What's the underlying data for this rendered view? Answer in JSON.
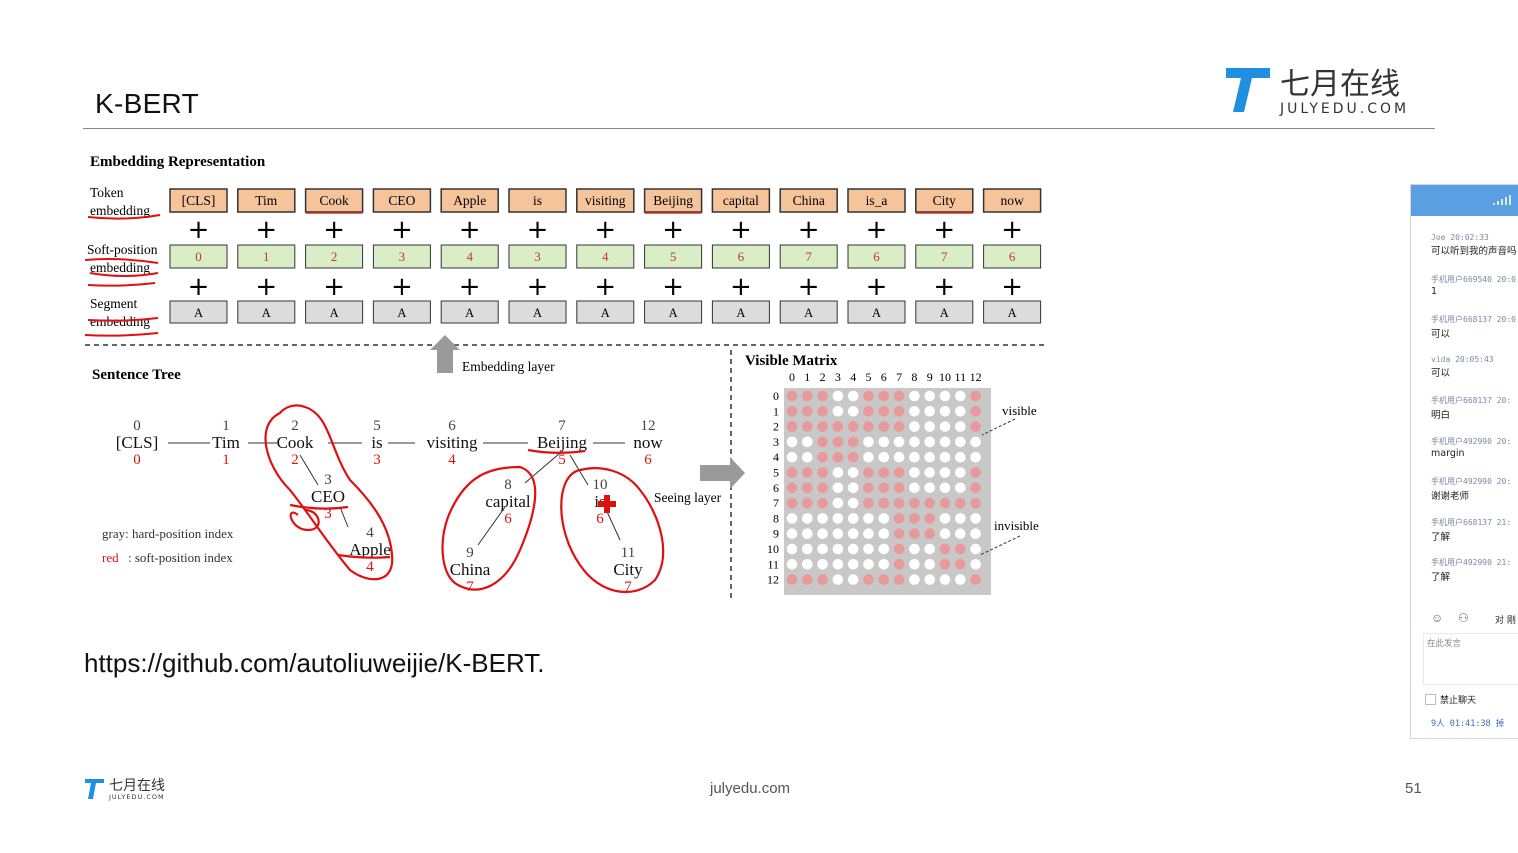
{
  "slide": {
    "title": "K-BERT",
    "url": "https://github.com/autoliuweijie/K-BERT.",
    "footer_site": "julyedu.com",
    "page_number": "51"
  },
  "logo": {
    "cn": "七月在线",
    "en": "JULYEDU.COM",
    "mark": "7",
    "color": "#1f8fe0"
  },
  "figure": {
    "embedding_title": "Embedding Representation",
    "row_labels": {
      "token": [
        "Token",
        "embedding"
      ],
      "soft": [
        "Soft-position",
        "embedding"
      ],
      "segment": [
        "Segment",
        "embedding"
      ]
    },
    "tokens": [
      "[CLS]",
      "Tim",
      "Cook",
      "CEO",
      "Apple",
      "is",
      "visiting",
      "Beijing",
      "capital",
      "China",
      "is_a",
      "City",
      "now"
    ],
    "soft_positions": [
      "0",
      "1",
      "2",
      "3",
      "4",
      "3",
      "4",
      "5",
      "6",
      "7",
      "6",
      "7",
      "6"
    ],
    "segments": [
      "A",
      "A",
      "A",
      "A",
      "A",
      "A",
      "A",
      "A",
      "A",
      "A",
      "A",
      "A",
      "A"
    ],
    "plus": "+",
    "embedding_layer": "Embedding layer",
    "seeing_layer": "Seeing layer",
    "tree_title": "Sentence Tree",
    "matrix_title": "Visible Matrix",
    "matrix_col_labels": [
      "0",
      "1",
      "2",
      "3",
      "4",
      "5",
      "6",
      "7",
      "8",
      "9",
      "10",
      "11",
      "12"
    ],
    "matrix_row_labels": [
      "0",
      "1",
      "2",
      "3",
      "4",
      "5",
      "6",
      "7",
      "8",
      "9",
      "10",
      "11",
      "12"
    ],
    "visible_label": "visible",
    "invisible_label": "invisible",
    "legend_gray": "gray: hard-position index",
    "legend_red_key": "red",
    "legend_red_text": ": soft-position index",
    "tree_nodes": [
      {
        "word": "[CLS]",
        "hard": "0",
        "soft": "0"
      },
      {
        "word": "Tim",
        "hard": "1",
        "soft": "1"
      },
      {
        "word": "Cook",
        "hard": "2",
        "soft": "2"
      },
      {
        "word": "CEO",
        "hard": "3",
        "soft": "3"
      },
      {
        "word": "Apple",
        "hard": "4",
        "soft": "4"
      },
      {
        "word": "is",
        "hard": "5",
        "soft": "3"
      },
      {
        "word": "visiting",
        "hard": "6",
        "soft": "4"
      },
      {
        "word": "Beijing",
        "hard": "7",
        "soft": "5"
      },
      {
        "word": "capital",
        "hard": "8",
        "soft": "6"
      },
      {
        "word": "China",
        "hard": "9",
        "soft": "7"
      },
      {
        "word": "is",
        "hard": "10",
        "soft": "6"
      },
      {
        "word": "City",
        "hard": "11",
        "soft": "7"
      },
      {
        "word": "now",
        "hard": "12",
        "soft": "6"
      }
    ],
    "colors": {
      "token_fill": "#f5c49a",
      "token_stroke": "#c0392b",
      "soft_fill": "#d9eec6",
      "soft_text": "#c0392b",
      "segment_fill": "#dcdcdc",
      "matrix_bg": "#c8c8c8",
      "visible_dot": "#e89a9a",
      "invisible_dot": "#ffffff",
      "annotation": "#e01010"
    }
  },
  "chat": {
    "header_color": "#5b9fe3",
    "messages": [
      {
        "meta": "Joe 20:02:33",
        "text": "可以听到我的声音吗"
      },
      {
        "meta": "手机用户669540 20:0",
        "text": "1"
      },
      {
        "meta": "手机用户668137 20:0",
        "text": "可以"
      },
      {
        "meta": "vida 20:05:43",
        "text": "可以"
      },
      {
        "meta": "手机用户668137 20:",
        "text": "明白"
      },
      {
        "meta": "手机用户492990 20:",
        "text": "margin"
      },
      {
        "meta": "手机用户492990 20:",
        "text": "谢谢老师"
      },
      {
        "meta": "手机用户668137 21:",
        "text": "了解"
      },
      {
        "meta": "手机用户492990 21:",
        "text": "了解"
      }
    ],
    "toolbar_text": "对 刚",
    "input_placeholder": "在此发言",
    "mute_label": "禁止聊天",
    "status": "9人  01:41:38  掉"
  }
}
